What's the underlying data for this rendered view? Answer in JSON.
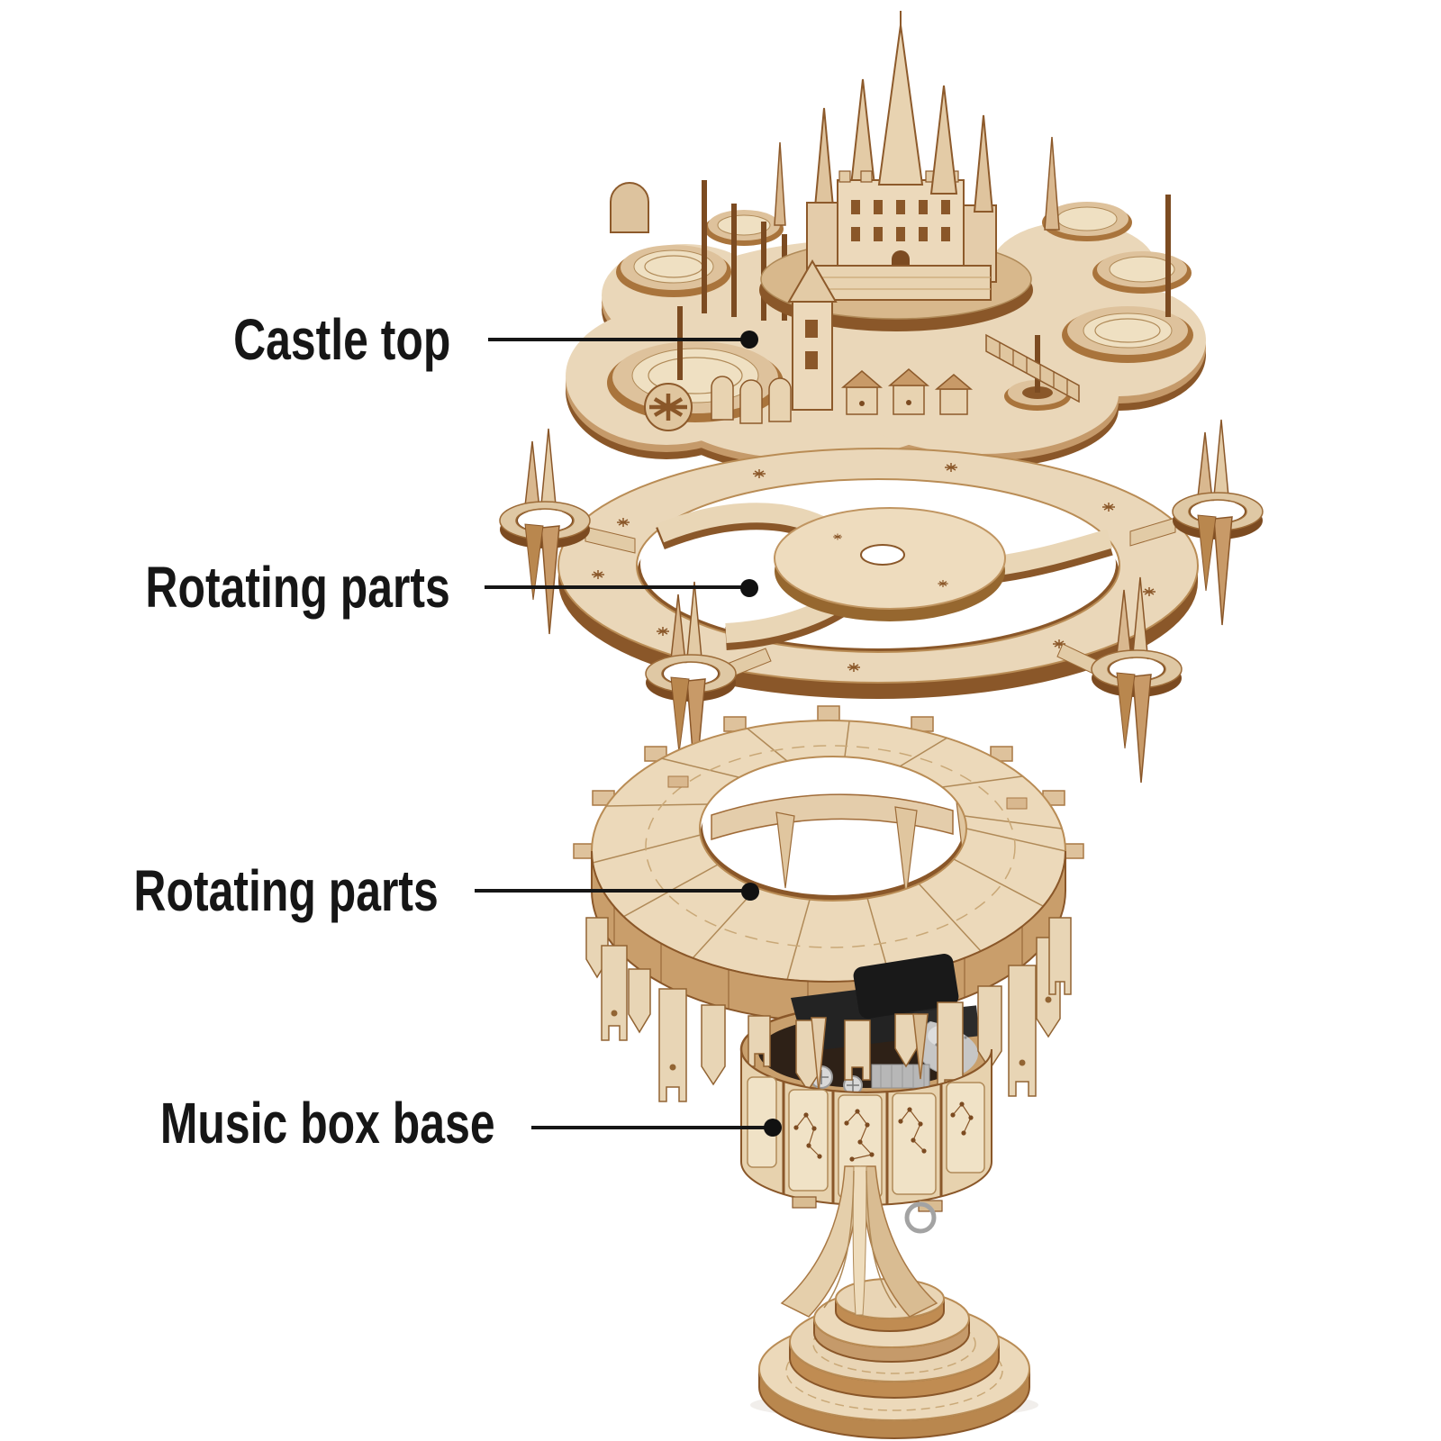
{
  "annotations": [
    {
      "label": "Castle top"
    },
    {
      "label": "Rotating parts"
    },
    {
      "label": "Rotating parts"
    },
    {
      "label": "Music box base"
    }
  ],
  "colors": {
    "background": "#ffffff",
    "label_text": "#161616",
    "leader_line": "#161616",
    "wood_light": "#ecd9bb",
    "wood_mid": "#c99e6b",
    "wood_dark": "#8a5729",
    "mechanism_black": "#1f1f1f",
    "metal": "#c6c6c6"
  }
}
